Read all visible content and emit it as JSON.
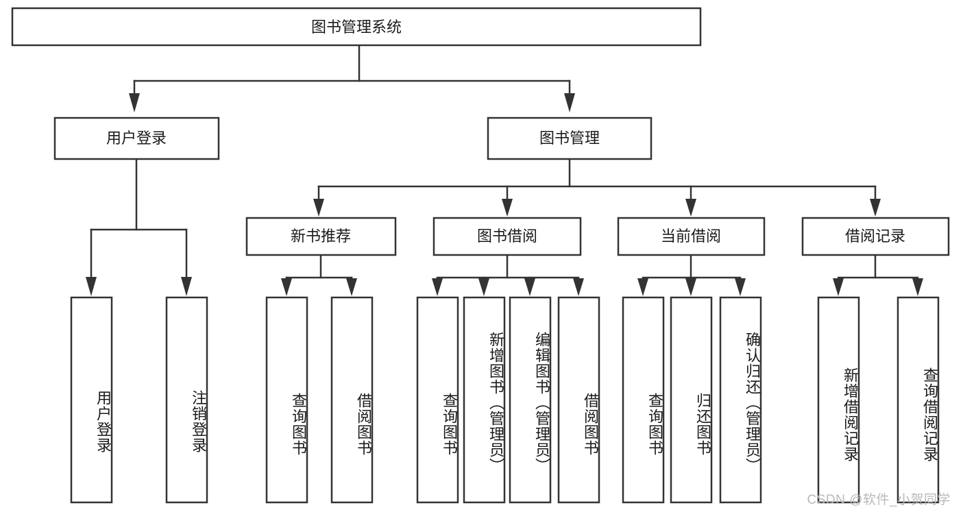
{
  "diagram": {
    "type": "tree",
    "title": "图书管理系统",
    "root": {
      "label": "图书管理系统",
      "orientation": "horizontal"
    },
    "level2": [
      {
        "label": "用户登录",
        "orientation": "horizontal"
      },
      {
        "label": "图书管理",
        "orientation": "horizontal"
      }
    ],
    "level3": [
      {
        "label": "新书推荐",
        "orientation": "horizontal"
      },
      {
        "label": "图书借阅",
        "orientation": "horizontal"
      },
      {
        "label": "当前借阅",
        "orientation": "horizontal"
      },
      {
        "label": "借阅记录",
        "orientation": "horizontal"
      }
    ],
    "leaves": {
      "user_login": [
        {
          "label": "用户登录",
          "orientation": "vertical"
        },
        {
          "label": "注销登录",
          "orientation": "vertical"
        }
      ],
      "new_book_recommend": [
        {
          "label": "查询图书",
          "orientation": "vertical"
        },
        {
          "label": "借阅图书",
          "orientation": "vertical"
        }
      ],
      "book_borrow": [
        {
          "label": "查询图书",
          "orientation": "vertical"
        },
        {
          "label": "新增图书（管理员）",
          "orientation": "vertical"
        },
        {
          "label": "编辑图书（管理员）",
          "orientation": "vertical"
        },
        {
          "label": "借阅图书",
          "orientation": "vertical"
        }
      ],
      "current_borrow": [
        {
          "label": "查询图书",
          "orientation": "vertical"
        },
        {
          "label": "归还图书",
          "orientation": "vertical"
        },
        {
          "label": "确认归还（管理员）",
          "orientation": "vertical"
        }
      ],
      "borrow_record": [
        {
          "label": "新增借阅记录",
          "orientation": "vertical"
        },
        {
          "label": "查询借阅记录",
          "orientation": "vertical"
        }
      ]
    },
    "colors": {
      "box_stroke": "#333333",
      "box_fill": "#ffffff",
      "text": "#1a1a1a",
      "connector": "#333333",
      "watermark": "#b9b9b9",
      "background": "#ffffff"
    }
  },
  "watermark": {
    "text": "CSDN @软件_小贺同学"
  }
}
